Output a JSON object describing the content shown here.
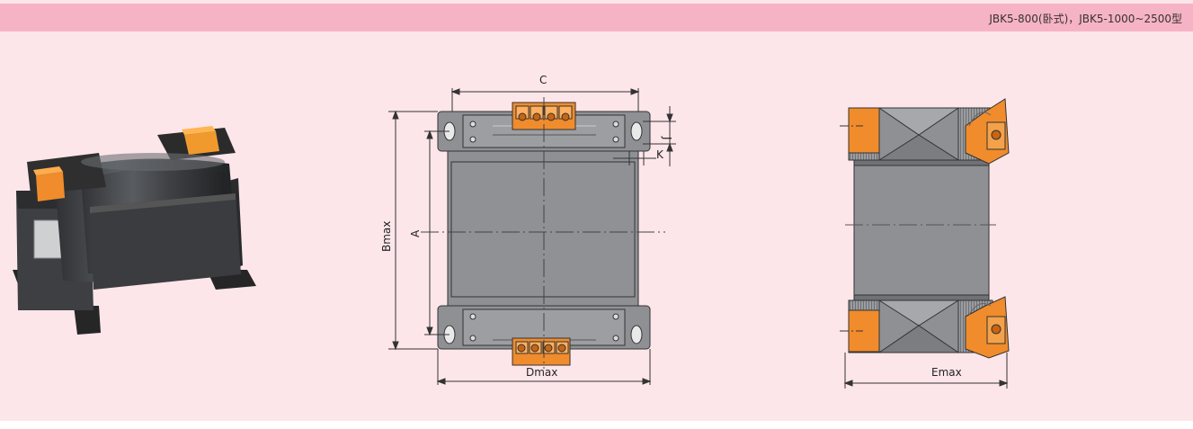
{
  "header": {
    "title": "JBK5-800(卧式)，JBK5-1000~2500型"
  },
  "labels": {
    "c": "C",
    "j": "J",
    "k": "K",
    "a": "A",
    "bmax": "Bmax",
    "dmax": "Dmax",
    "emax": "Emax"
  },
  "colors": {
    "header": "#f7b3c6",
    "panel": "#fde6ea",
    "body_gray": "#8e9094",
    "terminal_orange": "#f08c2c",
    "dark": "#333333"
  }
}
